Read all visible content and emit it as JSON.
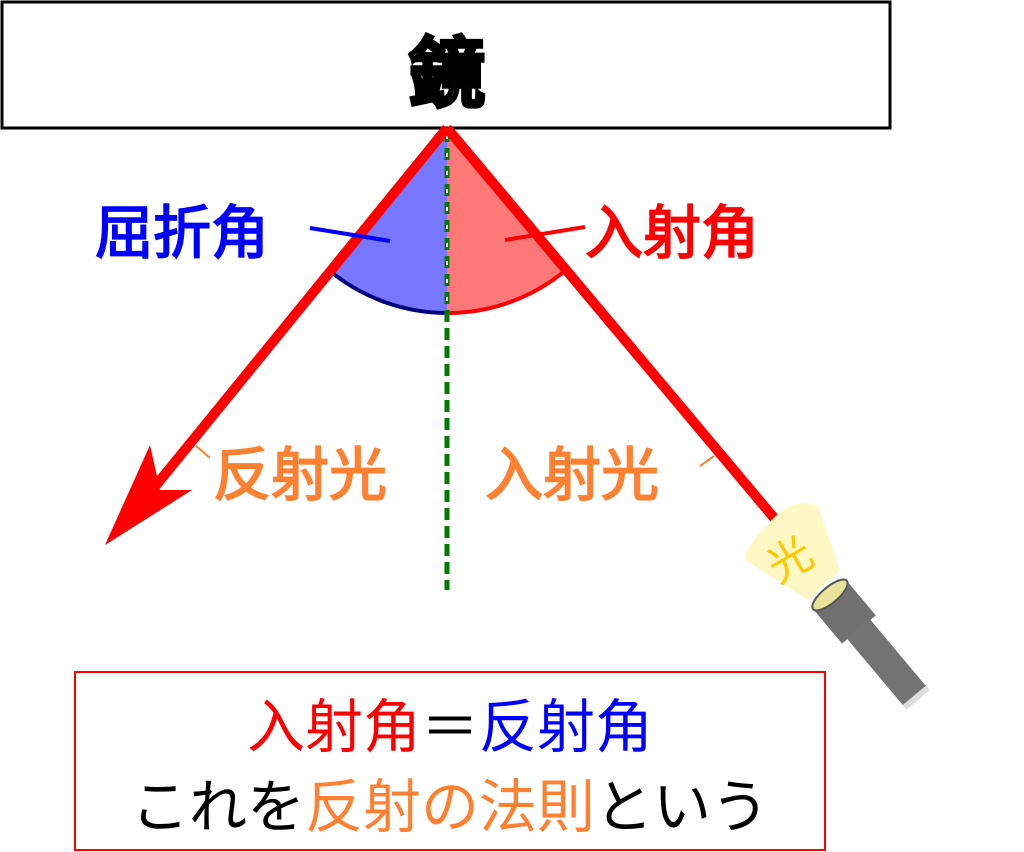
{
  "mirror": {
    "label": "鏡"
  },
  "angles": {
    "left_label": "屈折角",
    "right_label": "入射角"
  },
  "rays": {
    "reflected_label": "反射光",
    "incident_label": "入射光"
  },
  "flashlight": {
    "glyph": "光"
  },
  "summary": {
    "line1_part1": "入射角",
    "line1_part2": "＝",
    "line1_part3": "反射角",
    "line2_part1": "これを",
    "line2_part2": "反射の法則",
    "line2_part3": "という"
  },
  "colors": {
    "red": "#ff0000",
    "blue": "#0000ff",
    "orange": "#ff8030",
    "green": "#007a00"
  }
}
